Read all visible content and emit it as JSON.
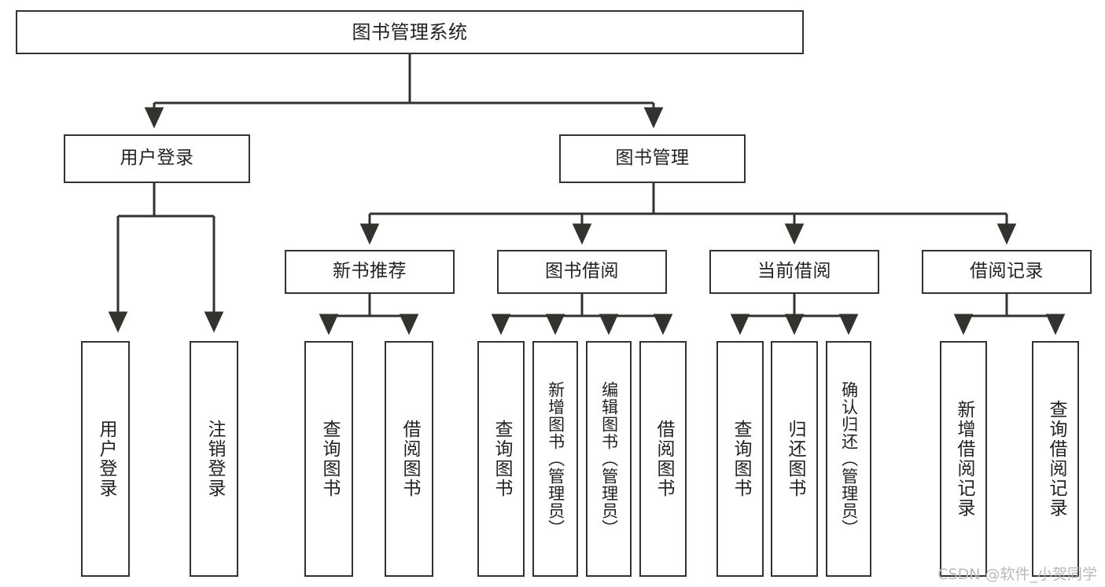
{
  "diagram": {
    "type": "tree-hierarchy-chart",
    "title_text": "图书管理系统",
    "line_color": "#32322f",
    "box_fill": "#ffffff",
    "text_color": "#222222",
    "watermark": "CSDN @软件_小贺同学",
    "tiers": {
      "root": {
        "label": "图书管理系统"
      },
      "level2": [
        {
          "label": "用户登录"
        },
        {
          "label": "图书管理"
        }
      ],
      "level3": [
        {
          "label": "新书推荐"
        },
        {
          "label": "图书借阅"
        },
        {
          "label": "当前借阅"
        },
        {
          "label": "借阅记录"
        }
      ],
      "leaves": {
        "user_login": [
          {
            "label": "用户登录"
          },
          {
            "label": "注销登录"
          }
        ],
        "new_book_recommend": [
          {
            "label": "查询图书"
          },
          {
            "label": "借阅图书"
          }
        ],
        "book_borrow": [
          {
            "label": "查询图书"
          },
          {
            "label": "新增图书（管理员）"
          },
          {
            "label": "编辑图书（管理员）"
          },
          {
            "label": "借阅图书"
          }
        ],
        "current_borrow": [
          {
            "label": "查询图书"
          },
          {
            "label": "归还图书"
          },
          {
            "label": "确认归还（管理员）"
          }
        ],
        "borrow_record": [
          {
            "label": "新增借阅记录"
          },
          {
            "label": "查询借阅记录"
          }
        ]
      }
    }
  }
}
